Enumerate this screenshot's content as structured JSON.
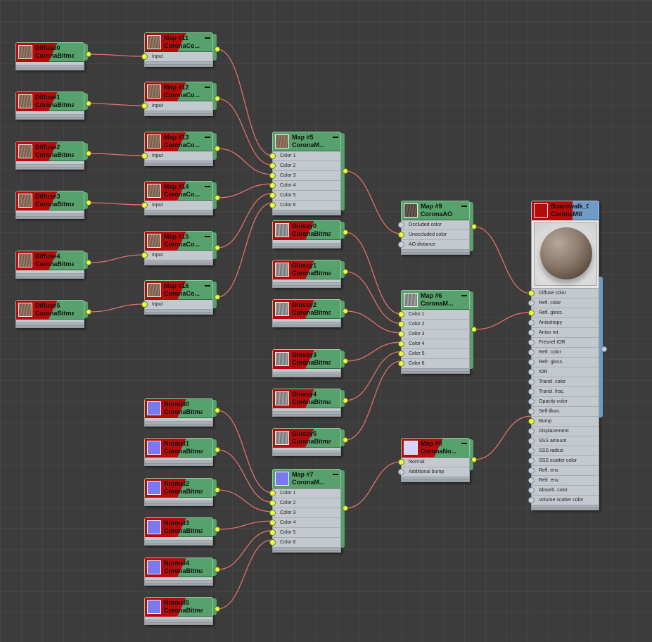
{
  "thumb_colors": {
    "wood": "#8a6a55",
    "wood_dark": "#6b4d3e",
    "gray": "#8c8c8c",
    "normal": "#7b78f0",
    "normal_light": "#d6d4ff",
    "ao": "#5a4a3e"
  },
  "colors": {
    "wire": "#e2706c",
    "port": "#e9f94a",
    "header_green": "#57a16c",
    "header_blue": "#6e9cc4",
    "flag_red": "#b40b0b"
  },
  "bitmaps_left": [
    {
      "name": "Diffuse0",
      "type": "CoronaBitmap"
    },
    {
      "name": "Diffuse1",
      "type": "CoronaBitmap"
    },
    {
      "name": "Diffuse2",
      "type": "CoronaBitmap"
    },
    {
      "name": "Diffuse3",
      "type": "CoronaBitmap"
    },
    {
      "name": "Diffuse4",
      "type": "CoronaBitmap"
    },
    {
      "name": "Diffuse5",
      "type": "CoronaBitmap"
    }
  ],
  "color_correct": [
    {
      "name": "Map #11",
      "type": "CoronaCo...",
      "slot": "Input"
    },
    {
      "name": "Map #12",
      "type": "CoronaCo...",
      "slot": "Input"
    },
    {
      "name": "Map #13",
      "type": "CoronaCo...",
      "slot": "Input"
    },
    {
      "name": "Map #14",
      "type": "CoronaCo...",
      "slot": "Input"
    },
    {
      "name": "Map #15",
      "type": "CoronaCo...",
      "slot": "Input"
    },
    {
      "name": "Map #16",
      "type": "CoronaCo...",
      "slot": "Input"
    }
  ],
  "multimap5": {
    "name": "Map #5",
    "type": "CoronaM...",
    "slots": [
      "Color 1",
      "Color 2",
      "Color 3",
      "Color 4",
      "Color 5",
      "Color 6"
    ]
  },
  "gloss_bitmaps": [
    {
      "name": "Glossy0",
      "type": "CoronaBitmap"
    },
    {
      "name": "Glossy1",
      "type": "CoronaBitmap"
    },
    {
      "name": "Glossy2",
      "type": "CoronaBitmap"
    },
    {
      "name": "Glossy3",
      "type": "CoronaBitmap"
    },
    {
      "name": "Glossy4",
      "type": "CoronaBitmap"
    },
    {
      "name": "Glossy5",
      "type": "CoronaBitmap"
    }
  ],
  "normal_bitmaps": [
    {
      "name": "Normal0",
      "type": "CoronaBitmap"
    },
    {
      "name": "Normal1",
      "type": "CoronaBitmap"
    },
    {
      "name": "Normal2",
      "type": "CoronaBitmap"
    },
    {
      "name": "Normal3",
      "type": "CoronaBitmap"
    },
    {
      "name": "Normal4",
      "type": "CoronaBitmap"
    },
    {
      "name": "Normal5",
      "type": "CoronaBitmap"
    }
  ],
  "multimap7": {
    "name": "Map #7",
    "type": "CoronaM...",
    "slots": [
      "Color 1",
      "Color 2",
      "Color 3",
      "Color 4",
      "Color 5",
      "Color 6"
    ]
  },
  "ao_node": {
    "name": "Map #9",
    "type": "CoronaAO",
    "slots": [
      "Occluded color",
      "Unoccluded color",
      "AO distance"
    ]
  },
  "multimap6": {
    "name": "Map #6",
    "type": "CoronaM...",
    "slots": [
      "Color 1",
      "Color 2",
      "Color 3",
      "Color 4",
      "Color 5",
      "Color 6"
    ]
  },
  "normal_node": {
    "name": "Map #8",
    "type": "CoronaNo...",
    "slots": [
      "Normal",
      "Additional bump"
    ]
  },
  "material": {
    "name": "Boardwalk_Oak...",
    "type": "CoronaMtl",
    "slots": [
      "Diffuse color",
      "Refl. color",
      "Refl. gloss.",
      "Anisotropy",
      "Aniso rot.",
      "Fresnel IOR",
      "Refr. color",
      "Refr. gloss.",
      "IOR",
      "Transl. color",
      "Transl. frac.",
      "Opacity color",
      "Self-illum.",
      "Bump",
      "Displacement",
      "SSS amount",
      "SSS radius",
      "SSS scatter color",
      "Refl. env.",
      "Refr. env.",
      "Absorb. color",
      "Volume scatter color"
    ],
    "connected": [
      0,
      2,
      13
    ]
  }
}
